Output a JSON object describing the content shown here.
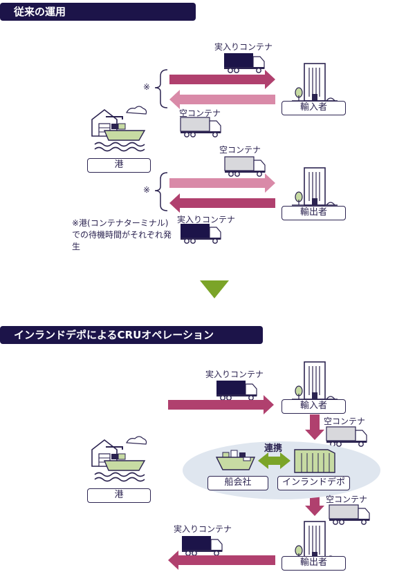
{
  "section1": {
    "title": "従来の運用",
    "label_full_top": "実入りコンテナ",
    "label_empty_top": "空コンテナ",
    "label_empty_mid": "空コンテナ",
    "label_full_bottom": "実入りコンテナ",
    "importer": "輸入者",
    "exporter": "輸出者",
    "port": "港",
    "mark": "※",
    "note": "※港(コンテナターミナル)での待機時間がそれぞれ発生"
  },
  "section2": {
    "title": "インランドデポによるCRUオペレーション",
    "label_full_top": "実入りコンテナ",
    "importer": "輸入者",
    "label_empty_1": "空コンテナ",
    "link": "連携",
    "shipping_company": "船会社",
    "inland_depot": "インランドデポ",
    "label_empty_2": "空コンテナ",
    "label_full_bottom": "実入りコンテナ",
    "exporter": "輸出者",
    "port": "港"
  },
  "colors": {
    "navy": "#1c1449",
    "arrow_full": "#b0406e",
    "arrow_empty": "#d98aa8",
    "accent_green": "#7ba428",
    "depot_green": "#c7dba3",
    "oval": "#dfe6ef"
  }
}
